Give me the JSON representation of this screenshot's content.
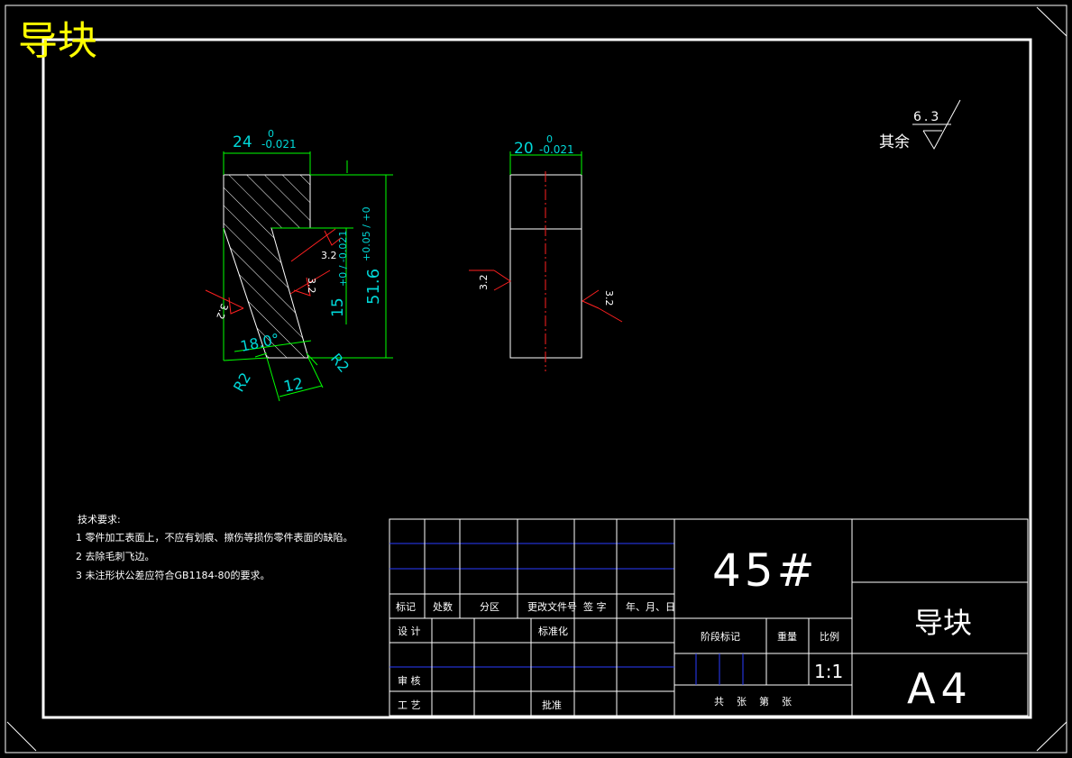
{
  "title": "导块",
  "roughness_general": {
    "prefix": "其余",
    "value": "6.3"
  },
  "left_view": {
    "dim_width": "24",
    "dim_width_upper": "0",
    "dim_width_lower": "-0.021",
    "dim_height": "51.6",
    "dim_height_tol": "+0.05 / +0",
    "dim_slot": "15",
    "dim_slot_tol": "+0 / -0.021",
    "dim_angle": "18.0°",
    "dim_bottom": "12",
    "radius_left": "R2",
    "radius_right": "R2",
    "rough_1": "3.2",
    "rough_2": "3.2",
    "rough_3": "3.2"
  },
  "right_view": {
    "dim_width": "20",
    "dim_width_upper": "0",
    "dim_width_lower": "-0.021",
    "rough_left": "3.2",
    "rough_right": "3.2"
  },
  "tech_req": {
    "heading": "技术要求:",
    "items": [
      "1 零件加工表面上，不应有划痕、擦伤等损伤零件表面的缺陷。",
      "2 去除毛刺飞边。",
      "3 未注形状公差应符合GB1184-80的要求。"
    ]
  },
  "title_block": {
    "material": "45#",
    "part_name": "导块",
    "sheet": "A4",
    "scale": "1:1",
    "labels": {
      "mark": "标记",
      "count": "处数",
      "zone": "分区",
      "doc_no": "更改文件号",
      "sign": "签 字",
      "date": "年、月、日",
      "design": "设 计",
      "standard": "标准化",
      "stage": "阶段标记",
      "weight": "重量",
      "ratio": "比例",
      "check": "审 核",
      "process": "工 艺",
      "approve": "批准",
      "sheets": "共    张    第    张"
    }
  }
}
